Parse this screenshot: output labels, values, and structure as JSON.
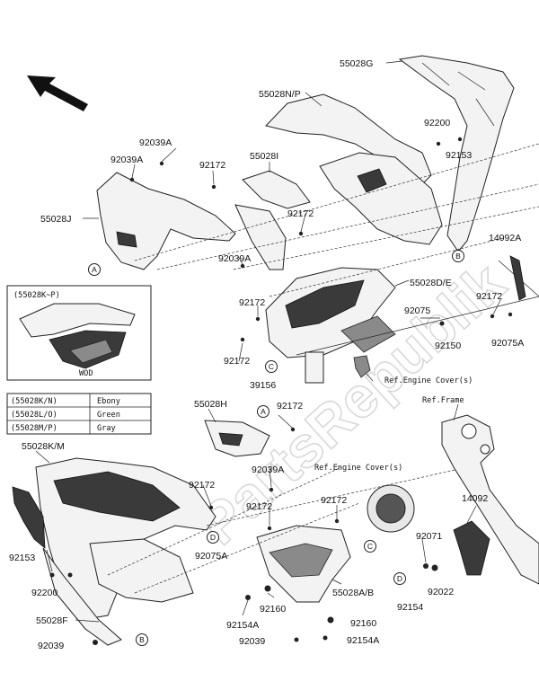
{
  "watermark": "PartsRepublik",
  "labels": {
    "l55028G": "55028G",
    "l55028NP": "55028N/P",
    "l92200a": "92200",
    "l92153a": "92153",
    "l92039A_1": "92039A",
    "l92039A_2": "92039A",
    "l92172_1": "92172",
    "l55028I": "55028I",
    "l55028J": "55028J",
    "l92172_2": "92172",
    "l14092A": "14092A",
    "l92039A_3": "92039A",
    "l92172_3": "92172",
    "l55028DE": "55028D/E",
    "l92172_4": "92172",
    "l92075": "92075",
    "l92075A_1": "92075A",
    "l92150": "92150",
    "l92172_5": "92172",
    "l39156": "39156",
    "l55028H": "55028H",
    "l92172_6": "92172",
    "l55028KM": "55028K/M",
    "l92039A_4": "92039A",
    "l92172_7": "92172",
    "l92172_8": "92172",
    "l92172_9": "92172",
    "l14092": "14092",
    "l92153b": "92153",
    "l92075A_2": "92075A",
    "l92071": "92071",
    "l92200b": "92200",
    "l55028AB": "55028A/B",
    "l92022": "92022",
    "l92154": "92154",
    "l92154A_1": "92154A",
    "l92160_1": "92160",
    "l55028F": "55028F",
    "l92160_2": "92160",
    "l92039": "92039",
    "l92039b": "92039",
    "l92154A_2": "92154A"
  },
  "refs": {
    "engine_cover_1": "Ref.Engine Cover(s)",
    "engine_cover_2": "Ref.Engine Cover(s)",
    "frame": "Ref.Frame"
  },
  "callouts": {
    "A1": "A",
    "A2": "A",
    "B1": "B",
    "B2": "B",
    "C1": "C",
    "C2": "C",
    "D1": "D",
    "D2": "D"
  },
  "inset": {
    "title": "(55028K~P)",
    "caption": "WOD"
  },
  "color_table": {
    "rows": [
      {
        "code": "(55028K/N)",
        "color": "Ebony"
      },
      {
        "code": "(55028L/O)",
        "color": "Green"
      },
      {
        "code": "(55028M/P)",
        "color": "Gray"
      }
    ]
  }
}
